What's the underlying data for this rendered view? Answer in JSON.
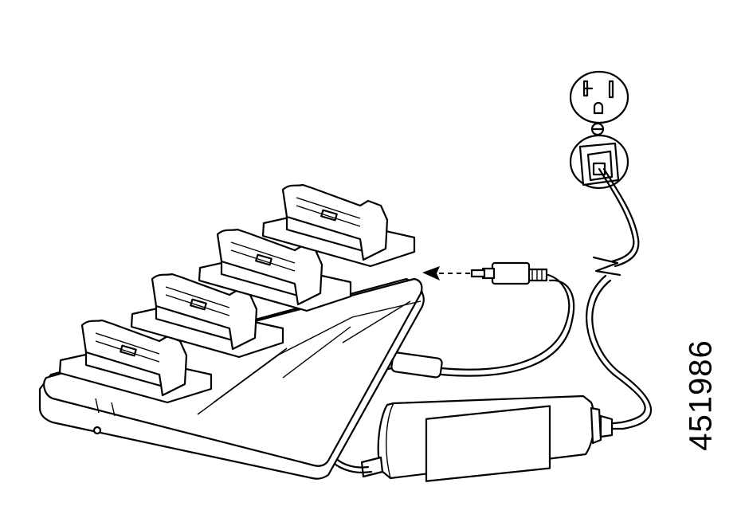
{
  "figure": {
    "id_label": "451986",
    "connection_arrow": "dashed-arrow",
    "cord_break_symbol": "lightning-break"
  }
}
